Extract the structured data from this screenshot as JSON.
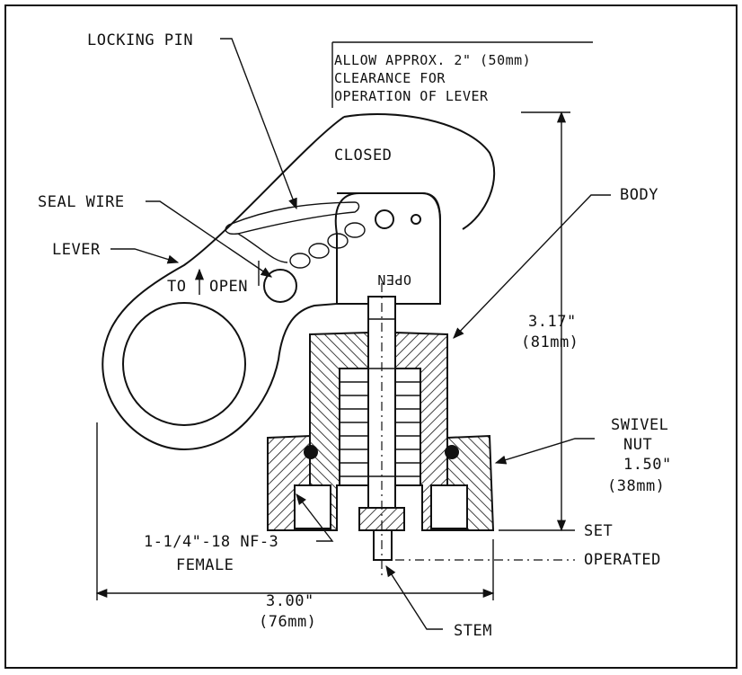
{
  "labels": {
    "locking_pin": "LOCKING PIN",
    "clearance_line1": "ALLOW APPROX. 2\" (50mm)",
    "clearance_line2": "CLEARANCE FOR",
    "clearance_line3": "OPERATION OF LEVER",
    "closed": "CLOSED",
    "body": "BODY",
    "seal_wire": "SEAL WIRE",
    "lever": "LEVER",
    "to_open": "TO",
    "open_arrow": "OPEN",
    "open_stamp": "OPEN",
    "height_in": "3.17\"",
    "height_mm": "(81mm)",
    "swivel_nut_line1": "SWIVEL",
    "swivel_nut_line2": "NUT",
    "swivel_nut_in": "1.50\"",
    "swivel_nut_mm": "(38mm)",
    "set": "SET",
    "thread_line1": "1-1/4\"-18 NF-3",
    "thread_line2": "FEMALE",
    "operated": "OPERATED",
    "width_in": "3.00\"",
    "width_mm": "(76mm)",
    "stem": "STEM"
  }
}
